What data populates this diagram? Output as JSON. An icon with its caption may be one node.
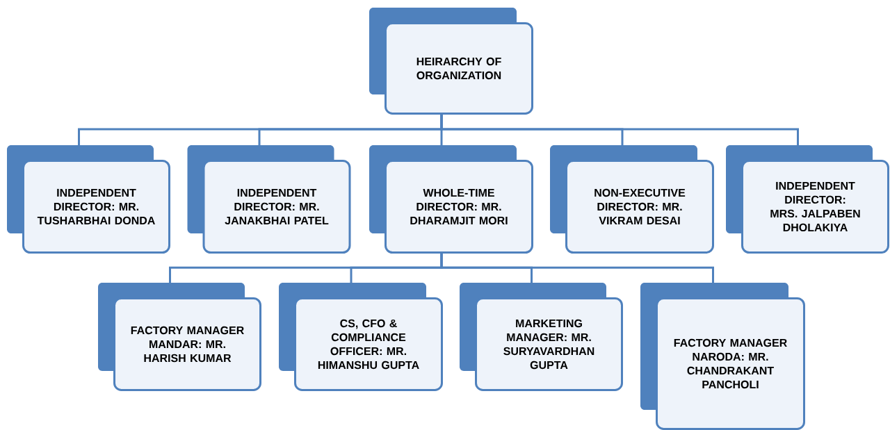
{
  "diagram": {
    "nodes": [
      {
        "text": [
          "HEIRARCHY OF ORGANIZATION"
        ]
      },
      {
        "text": [
          "INDEPENDENT DIRECTOR: MR. TUSHARBHAI DONDA"
        ]
      },
      {
        "text": [
          "INDEPENDENT DIRECTOR: MR. JANAKBHAI PATEL"
        ]
      },
      {
        "text": [
          "WHOLE-TIME DIRECTOR: MR. DHARAMJIT MORI"
        ]
      },
      {
        "text": [
          "NON-EXECUTIVE DIRECTOR: MR. VIKRAM DESAI"
        ]
      },
      {
        "text": [
          "INDEPENDENT DIRECTOR: MRS. JALPABEN DHOLAKIYA"
        ]
      },
      {
        "text": [
          "FACTORY MANAGER MANDAR: MR. HARISH KUMAR"
        ]
      },
      {
        "text": [
          "CS, CFO & COMPLIANCE OFFICER: MR. HIMANSHU GUPTA"
        ]
      },
      {
        "text": [
          "MARKETING MANAGER: MR. SURYAVARDHAN GUPTA"
        ]
      },
      {
        "text": [
          "FACTORY MANAGER NARODA: MR. CHANDRAKANT PANCHOLI"
        ]
      }
    ],
    "edges": [
      {
        "from": 0,
        "to": 1,
        "arrow": "none"
      },
      {
        "from": 0,
        "to": 2,
        "arrow": "none"
      },
      {
        "from": 0,
        "to": 3,
        "arrow": "none"
      },
      {
        "from": 0,
        "to": 4,
        "arrow": "none"
      },
      {
        "from": 0,
        "to": 5,
        "arrow": "none"
      },
      {
        "from": 3,
        "to": 6,
        "arrow": "none"
      },
      {
        "from": 3,
        "to": 7,
        "arrow": "none"
      },
      {
        "from": 3,
        "to": 8,
        "arrow": "none"
      },
      {
        "from": 3,
        "to": 9,
        "arrow": "none"
      }
    ]
  }
}
